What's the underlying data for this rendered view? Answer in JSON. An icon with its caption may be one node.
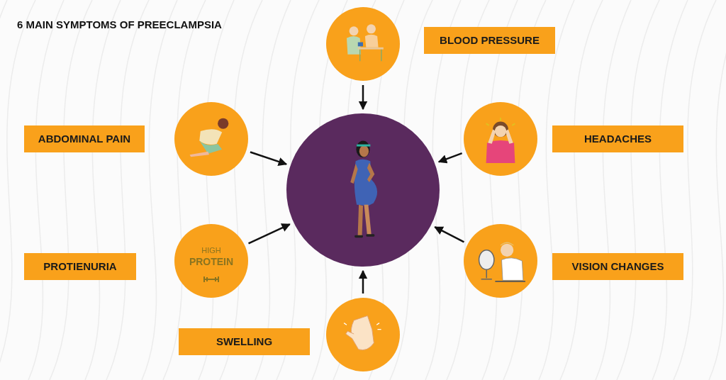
{
  "diagram": {
    "title": "6 MAIN SYMPTOMS OF PREECLAMPSIA",
    "nodes": [
      {
        "text": [],
        "shape": "circle"
      },
      {
        "text": [],
        "shape": "circle"
      },
      {
        "text": [
          "BLOOD PRESSURE"
        ]
      },
      {
        "text": [],
        "shape": "circle"
      },
      {
        "text": [
          "ABDOMINAL PAIN"
        ]
      },
      {
        "text": [],
        "shape": "circle"
      },
      {
        "text": [
          "HEADACHES"
        ]
      },
      {
        "text": [
          "HIGH",
          "PROTEIN"
        ]
      },
      {
        "text": [
          "PROTIENURIA"
        ]
      },
      {
        "text": [],
        "shape": "circle"
      },
      {
        "text": [
          "VISION CHANGES"
        ]
      },
      {
        "text": [],
        "shape": "circle"
      },
      {
        "text": [
          "SWELLING"
        ]
      }
    ],
    "edges": [
      {
        "from": 1,
        "to": 0,
        "arrow": "to"
      },
      {
        "from": 3,
        "to": 0,
        "arrow": "to"
      },
      {
        "from": 5,
        "to": 0,
        "arrow": "to"
      },
      {
        "from": 7,
        "to": 0,
        "arrow": "to"
      },
      {
        "from": 9,
        "to": 0,
        "arrow": "to"
      },
      {
        "from": 11,
        "to": 0,
        "arrow": "to"
      }
    ]
  }
}
